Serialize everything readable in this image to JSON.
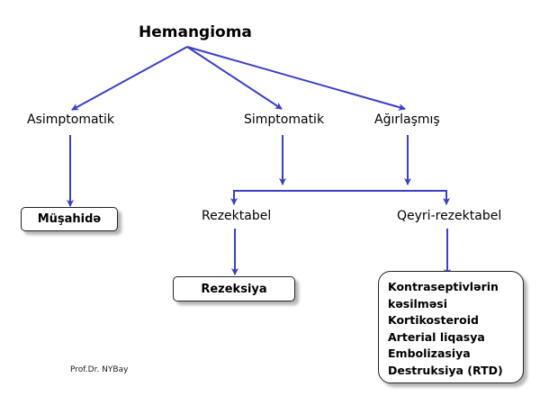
{
  "diagram": {
    "root": "Hemangioma",
    "level1": {
      "asymptomatic": "Asimptomatik",
      "symptomatic": "Simptomatik",
      "complicated": "Ağırlaşmış"
    },
    "level2": {
      "resectable": "Rezektabel",
      "unresectable": "Qeyri-rezektabel"
    },
    "outcomes": {
      "observation": "Müşahidə",
      "resection": "Rezeksiya",
      "treatments": [
        "Kontraseptivlərin",
        "kəsilməsi",
        "Kortikosteroid",
        "Arterial liqasya",
        "Embolizasiya",
        "Destruksiya (RTD)"
      ]
    },
    "edges": [
      [
        "Hemangioma",
        "Asimptomatik"
      ],
      [
        "Hemangioma",
        "Simptomatik"
      ],
      [
        "Hemangioma",
        "Ağırlaşmış"
      ],
      [
        "Asimptomatik",
        "Müşahidə"
      ],
      [
        "Simptomatik",
        "bracket"
      ],
      [
        "Ağırlaşmış",
        "bracket"
      ],
      [
        "bracket",
        "Rezektabel"
      ],
      [
        "bracket",
        "Qeyri-rezektabel"
      ],
      [
        "Rezektabel",
        "Rezeksiya"
      ],
      [
        "Qeyri-rezektabel",
        "treatments"
      ]
    ],
    "colors": {
      "arrow": "#3a3fc4",
      "box_border": "#222222",
      "shadow": "#b5b5b5"
    },
    "credit": "Prof.Dr. NYBay"
  }
}
